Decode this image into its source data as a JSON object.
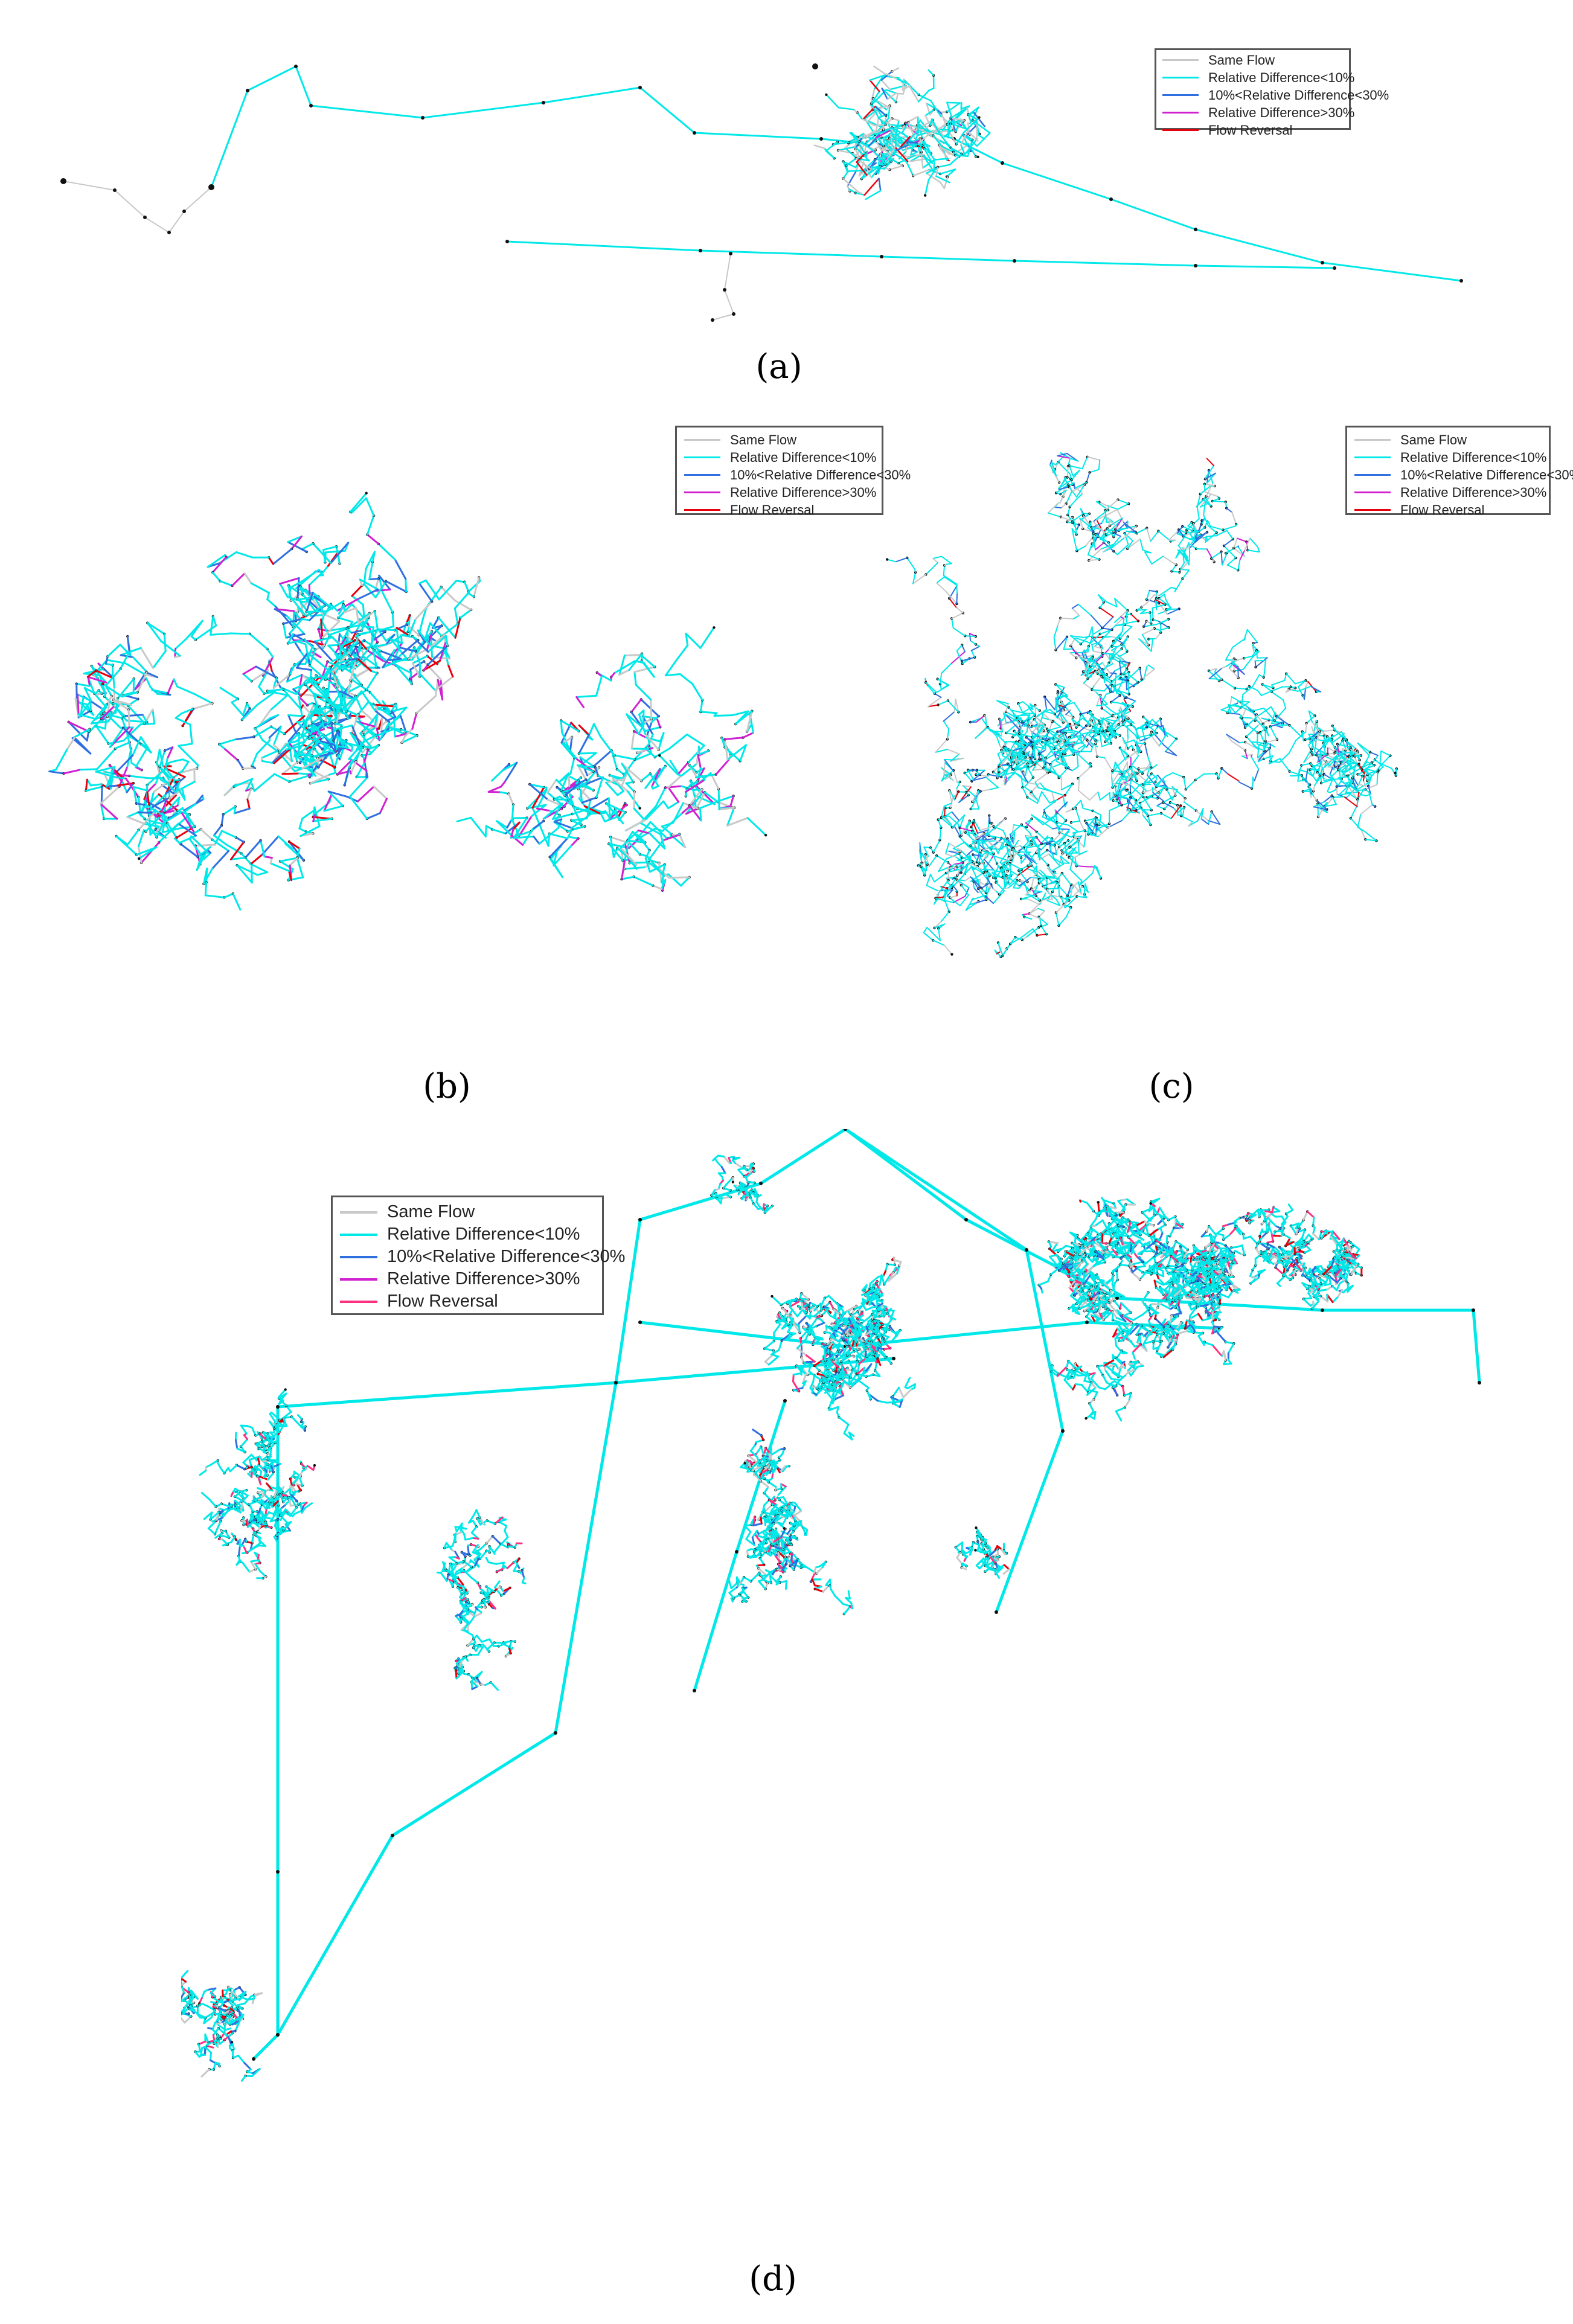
{
  "legend": {
    "items": [
      {
        "label": "Same Flow",
        "color": "#c8c8c8"
      },
      {
        "label": "Relative Difference<10%",
        "color": "#00e8e8"
      },
      {
        "label": "10%<Relative Difference<30%",
        "color": "#2f6fe0"
      },
      {
        "label": "Relative Difference>30%",
        "color": "#d020d0"
      },
      {
        "label": "Flow Reversal",
        "color": "#e8000c"
      }
    ],
    "items_panel_d": [
      {
        "label": "Same Flow",
        "color": "#c8c8c8"
      },
      {
        "label": "Relative Difference<10%",
        "color": "#00e8e8"
      },
      {
        "label": "10%<Relative Difference<30%",
        "color": "#2f6fe0"
      },
      {
        "label": "Relative Difference>30%",
        "color": "#d020d0"
      },
      {
        "label": "Flow Reversal",
        "color": "#ff3080"
      }
    ]
  },
  "captions": {
    "a": "(a)",
    "b": "(b)",
    "c": "(c)",
    "d": "(d)"
  },
  "colors": {
    "same_flow": "#c8c8c8",
    "diff_lt_10": "#00e8e8",
    "diff_10_30": "#2f6fe0",
    "diff_gt_30": "#d020d0",
    "reversal": "#e8000c",
    "reversal_pink": "#ff3080",
    "node": "#111111"
  }
}
